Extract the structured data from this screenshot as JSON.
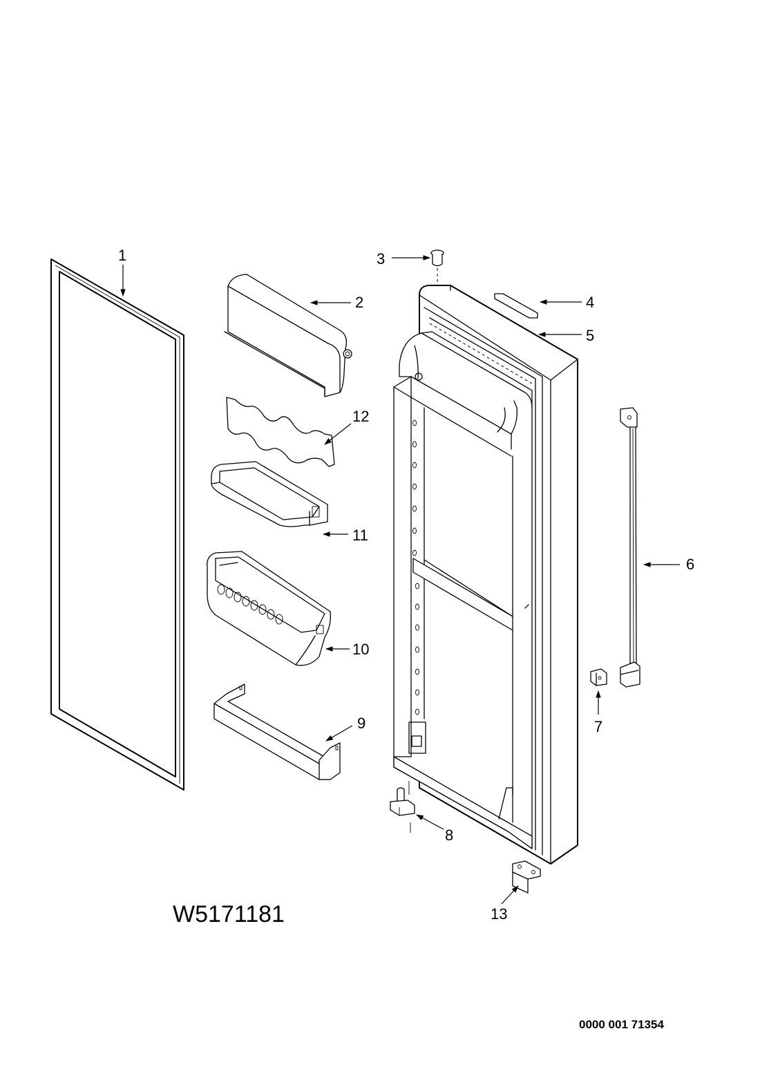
{
  "model_number": "W5171181",
  "document_number": "0000 001 71354",
  "callouts": [
    {
      "id": "1",
      "label": "1"
    },
    {
      "id": "2",
      "label": "2"
    },
    {
      "id": "3",
      "label": "3"
    },
    {
      "id": "4",
      "label": "4"
    },
    {
      "id": "5",
      "label": "5"
    },
    {
      "id": "6",
      "label": "6"
    },
    {
      "id": "7",
      "label": "7"
    },
    {
      "id": "8",
      "label": "8"
    },
    {
      "id": "9",
      "label": "9"
    },
    {
      "id": "10",
      "label": "10"
    },
    {
      "id": "11",
      "label": "11"
    },
    {
      "id": "12",
      "label": "12"
    },
    {
      "id": "13",
      "label": "13"
    }
  ]
}
